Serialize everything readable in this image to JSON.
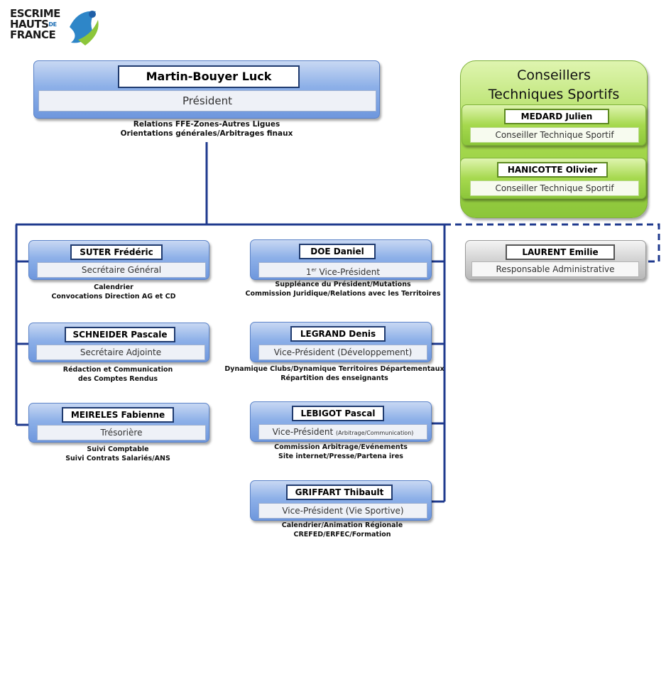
{
  "logo": {
    "line1": "ESCRIME",
    "line2": "HAUTS",
    "line2b": "DE",
    "line3": "FRANCE"
  },
  "president": {
    "name": "Martin-Bouyer  Luck",
    "role": "Président",
    "desc1": "Relations FFE-Zones-Autres  Ligues",
    "desc2": "Orientations générales/Arbitrages finaux"
  },
  "ctsp": {
    "title1": "Conseillers",
    "title2": "Techniques Sportifs",
    "members": [
      {
        "name": "MEDARD Julien",
        "role": "Conseiller Technique Sportif"
      },
      {
        "name": "HANICOTTE Olivier",
        "role": "Conseiller Technique Sportif"
      }
    ]
  },
  "admin": {
    "name": "LAURENT Emilie",
    "role": "Responsable Administrative"
  },
  "left": [
    {
      "name": "SUTER Frédéric",
      "role": "Secrétaire Général",
      "desc1": "Calendrier",
      "desc2": "Convocations  Direction  AG  et CD"
    },
    {
      "name": "SCHNEIDER Pascale",
      "role": "Secrétaire Adjointe",
      "desc1": "Rédaction et Communication",
      "desc2": "des Comptes Rendus"
    },
    {
      "name": "MEIRELES Fabienne",
      "role": "Trésorière",
      "desc1": "Suivi  Comptable",
      "desc2": "Suivi  Contrats  Salariés/ANS"
    }
  ],
  "right": [
    {
      "name": "DOE Daniel",
      "role_num": "1",
      "role_sup": "er",
      "role": " Vice-Président",
      "desc1": "Suppléance  du Président/Mutations",
      "desc2": "Commission  Juridique/Relations  avec les Territoires"
    },
    {
      "name": "LEGRAND Denis",
      "role": "Vice-Président (Développement)",
      "desc1": "Dynamique  Clubs/Dynamique  Territoires  Départementaux",
      "desc2": "Répartition  des enseignants"
    },
    {
      "name": "LEBIGOT Pascal",
      "role": "Vice-Président ",
      "role_small": "(Arbitrage/Communication)",
      "desc1": "Commission  Arbitrage/Evénements",
      "desc2": "Site internet/Presse/Partena ires"
    },
    {
      "name": "GRIFFART Thibault",
      "role": "Vice-Président (Vie Sportive)",
      "desc1": "Calendrier/Animation  Régionale",
      "desc2": "CREFED/ERFEC/Formation"
    }
  ],
  "colors": {
    "line": "#1f3a8e",
    "blue_card": "#8db0e8",
    "green_card": "#a6d94e",
    "grey_card": "#cfcfcf"
  }
}
